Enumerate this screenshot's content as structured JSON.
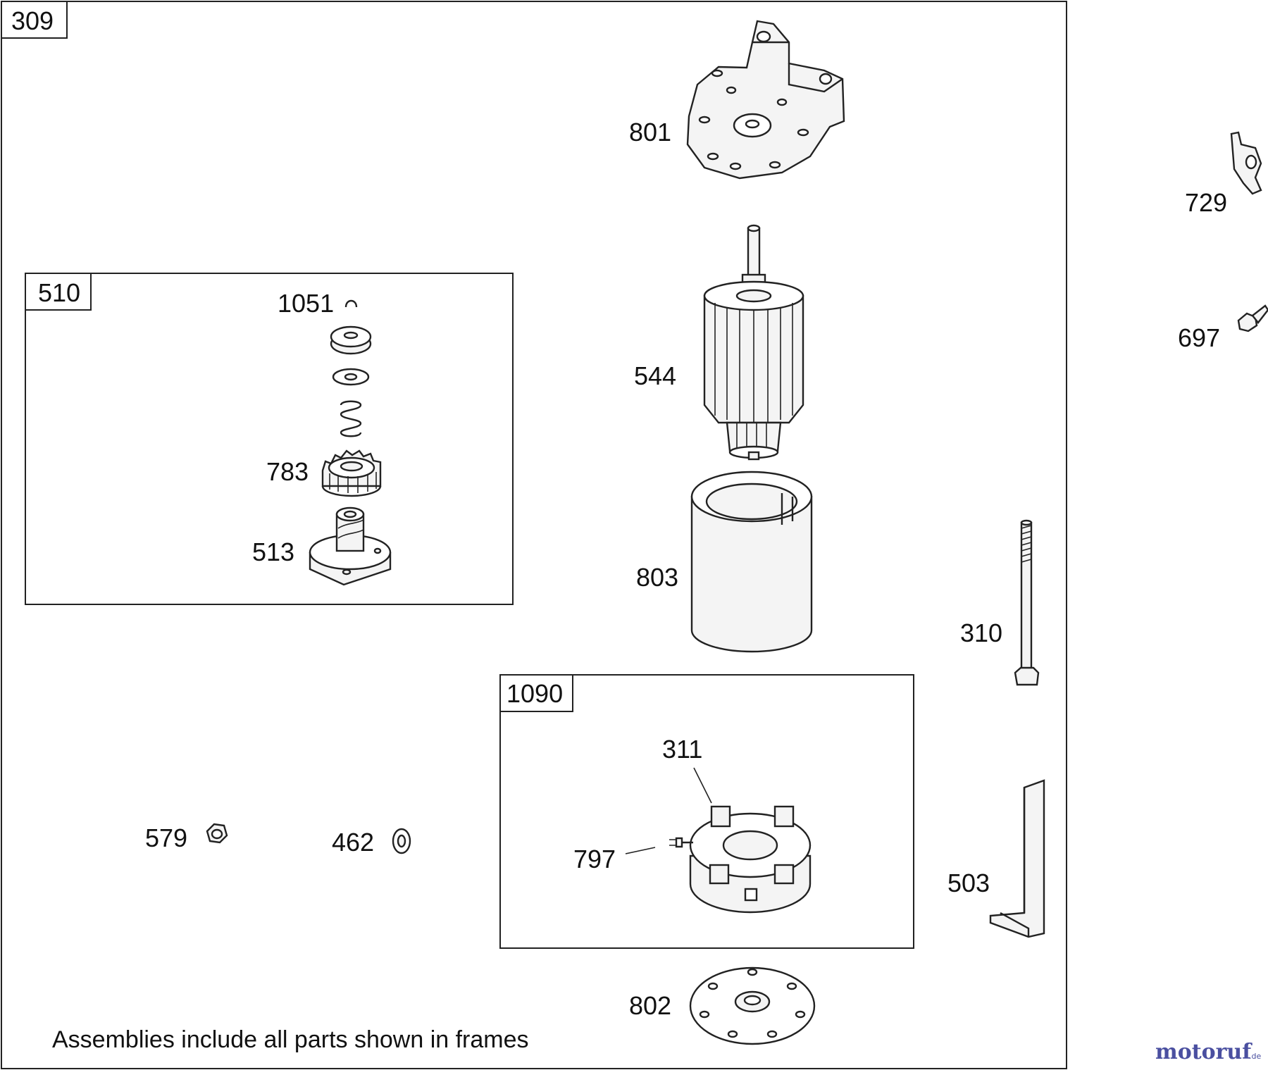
{
  "frames": {
    "outer": "309",
    "pinion_kit": "510",
    "brush_kit": "1090"
  },
  "parts": {
    "p801": "801",
    "p544": "544",
    "p803": "803",
    "p802": "802",
    "p1051": "1051",
    "p783": "783",
    "p513": "513",
    "p311": "311",
    "p797": "797",
    "p579": "579",
    "p462": "462",
    "p729": "729",
    "p697": "697",
    "p310": "310",
    "p503": "503"
  },
  "note": "Assemblies include all parts shown in frames",
  "watermark": {
    "text": "motoruf",
    "suffix": ".de",
    "color_a": "#4a4fa0",
    "color_b": "#d7a21f"
  }
}
